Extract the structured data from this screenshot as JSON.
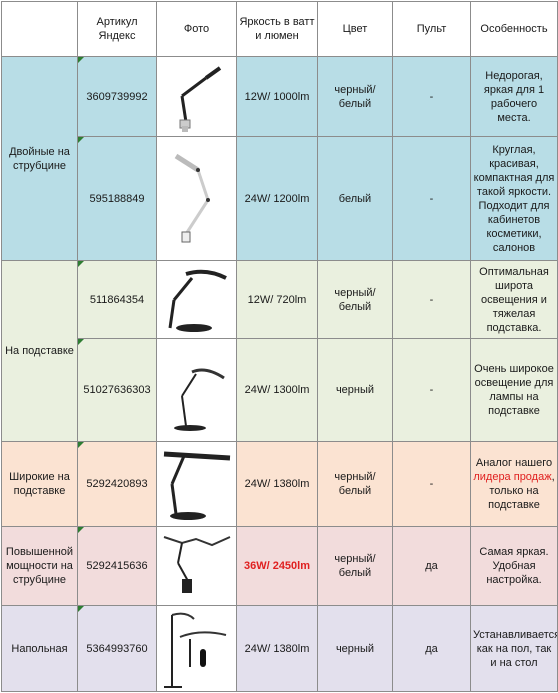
{
  "headers": {
    "group": "",
    "article": "Артикул Яндекс",
    "photo": "Фото",
    "brightness": "Яркость в ватт и люмен",
    "color": "Цвет",
    "remote": "Пульт",
    "feature": "Особенность"
  },
  "groups": [
    {
      "label": "Двойные на струбцине"
    },
    {
      "label": "На подставке"
    },
    {
      "label": "Широкие на подставке"
    },
    {
      "label": "Повышенной мощности на струбцине"
    },
    {
      "label": "Напольная"
    }
  ],
  "rows": [
    {
      "article": "3609739992",
      "brightness": "12W/ 1000lm",
      "color": "черный/ белый",
      "remote": "-",
      "feature": "Недорогая, яркая для 1 рабочего места.",
      "photo_icon": "clamp-desk-lamp-black"
    },
    {
      "article": "595188849",
      "brightness": "24W/ 1200lm",
      "color": "белый",
      "remote": "-",
      "feature": "Круглая, красивая, компактная для такой яркости. Подходит для кабинетов косметики, салонов",
      "photo_icon": "clamp-desk-lamp-white"
    },
    {
      "article": "511864354",
      "brightness": "12W/ 720lm",
      "color": "черный/ белый",
      "remote": "-",
      "feature": "Оптимальная широта освещения и тяжелая подставка.",
      "photo_icon": "base-desk-lamp"
    },
    {
      "article": "51027636303",
      "brightness": "24W/ 1300lm",
      "color": "черный",
      "remote": "-",
      "feature": "Очень широкое освещение для лампы на подставке",
      "photo_icon": "base-desk-lamp-wide"
    },
    {
      "article": "5292420893",
      "brightness": "24W/ 1380lm",
      "color": "черный/ белый",
      "remote": "-",
      "feature_before": "Аналог нашего",
      "feature_highlight": "лидера продаж",
      "feature_after": ", только на подставке",
      "photo_icon": "wide-bar-lamp"
    },
    {
      "article": "5292415636",
      "brightness": "36W/ 2450lm",
      "color": "черный/ белый",
      "remote": "да",
      "feature": "Самая яркая. Удобная настройка.",
      "photo_icon": "high-power-clamp-lamp"
    },
    {
      "article": "5364993760",
      "brightness": "24W/ 1380lm",
      "color": "черный",
      "remote": "да",
      "feature": "Устанавливается как на пол, так и на стол",
      "photo_icon": "floor-lamp"
    }
  ],
  "colors": {
    "blue": "#b8dde6",
    "green": "#eaf0df",
    "peach": "#fbe3d2",
    "pink": "#f2dcdc",
    "lavender": "#e3e0ed",
    "highlight": "#e02020"
  }
}
